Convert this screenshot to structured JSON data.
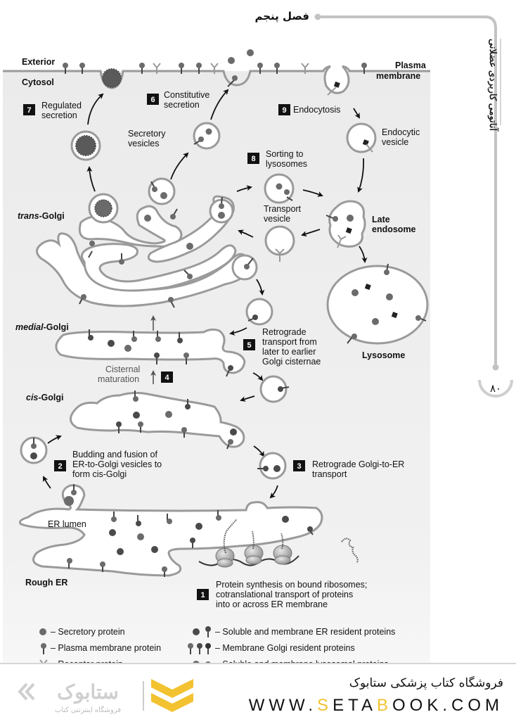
{
  "page": {
    "chapter_title": "فصل پنجم",
    "side_title": "آناتومی کاربردی عضلانی",
    "page_number": "۸۰"
  },
  "figure": {
    "region_labels": {
      "exterior": "Exterior",
      "cytosol": "Cytosol",
      "plasma_membrane_1": "Plasma",
      "plasma_membrane_2": "membrane",
      "trans_golgi_italic": "trans",
      "trans_golgi_rest": "-Golgi",
      "medial_golgi_italic": "medial",
      "medial_golgi_rest": "-Golgi",
      "cis_golgi_italic": "cis",
      "cis_golgi_rest": "-Golgi",
      "er_lumen": "ER lumen",
      "rough_er": "Rough ER",
      "secretory_vesicles_1": "Secretory",
      "secretory_vesicles_2": "vesicles",
      "endocytic_vesicle_1": "Endocytic",
      "endocytic_vesicle_2": "vesicle",
      "transport_vesicle_1": "Transport",
      "transport_vesicle_2": "vesicle",
      "late_endosome_1": "Late",
      "late_endosome_2": "endosome",
      "lysosome": "Lysosome",
      "cisternal_maturation_1": "Cisternal",
      "cisternal_maturation_2": "maturation"
    },
    "steps": [
      {
        "number": "1",
        "lines": [
          "Protein synthesis on bound ribosomes;",
          "cotranslational transport of proteins",
          "into or across ER membrane"
        ]
      },
      {
        "number": "2",
        "lines": [
          "Budding and fusion of",
          "ER-to-Golgi vesicles to",
          "form cis-Golgi"
        ]
      },
      {
        "number": "3",
        "lines": [
          "Retrograde Golgi-to-ER",
          "transport"
        ]
      },
      {
        "number": "4",
        "lines": []
      },
      {
        "number": "5",
        "lines": [
          "Retrograde",
          "transport from",
          "later to earlier",
          "Golgi cisternae"
        ]
      },
      {
        "number": "6",
        "lines": [
          "Constitutive",
          "secretion"
        ]
      },
      {
        "number": "7",
        "lines": [
          "Regulated",
          "secretion"
        ]
      },
      {
        "number": "8",
        "lines": [
          "Sorting to",
          "lysosomes"
        ]
      },
      {
        "number": "9",
        "lines": [
          "Endocytosis"
        ]
      }
    ],
    "legend": [
      {
        "icon": "secretory-protein-icon",
        "label": "– Secretory protein"
      },
      {
        "icon": "er-resident-proteins-icon",
        "label": "– Soluble and membrane ER resident proteins"
      },
      {
        "icon": "plasma-membrane-protein-icon",
        "label": "– Plasma membrane protein"
      },
      {
        "icon": "golgi-resident-proteins-icon",
        "label": "– Membrane Golgi resident proteins"
      },
      {
        "icon": "receptor-protein-icon",
        "label": "– Receptor protein"
      },
      {
        "icon": "lysosomal-proteins-icon",
        "label": "– Soluble and membrane lysosomal proteins"
      }
    ]
  },
  "footer": {
    "store_name": "فروشگاه کتاب پزشکی ستابوک",
    "url_parts": [
      "WWW.",
      "S",
      "ETA",
      "B",
      "OOK.COM"
    ],
    "logo_text": "ستابوک",
    "logo_subtext": "فروشگاه اینترنتی کتاب",
    "accent_color": "#f2c230"
  }
}
